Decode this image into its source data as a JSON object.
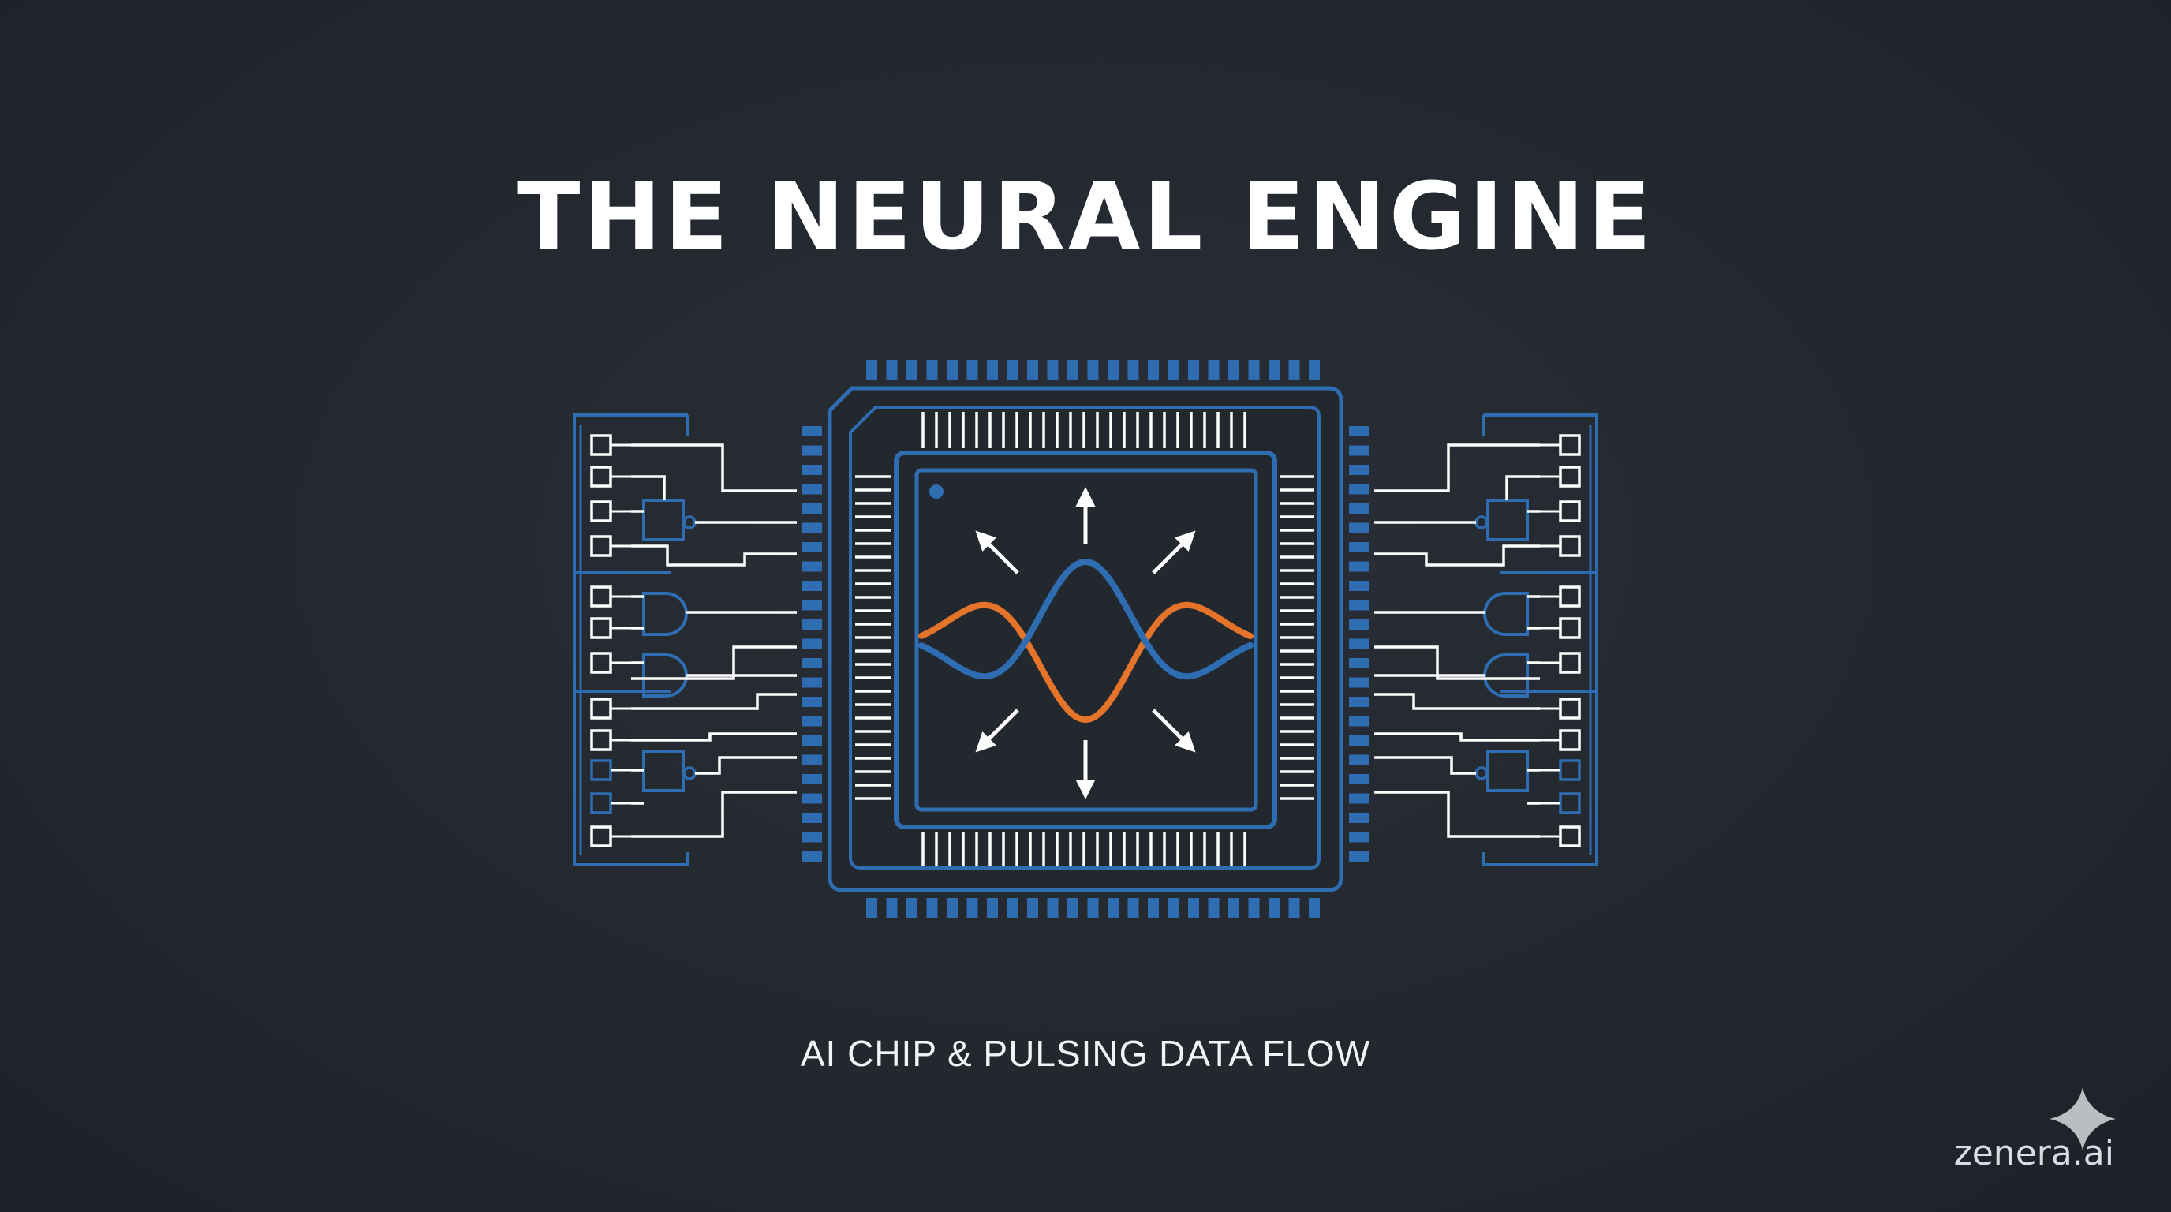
{
  "title": "THE NEURAL ENGINE",
  "subtitle": "AI CHIP & PULSING DATA FLOW",
  "watermark": "zenera.ai",
  "colors": {
    "background": "#23272e",
    "blue": "#2f6db3",
    "orange": "#e4742a",
    "white": "#ffffff"
  },
  "icons": {
    "chip": "cpu-chip-icon",
    "arrows": "radiating-arrows",
    "watermark": "sparkle-star-icon"
  }
}
